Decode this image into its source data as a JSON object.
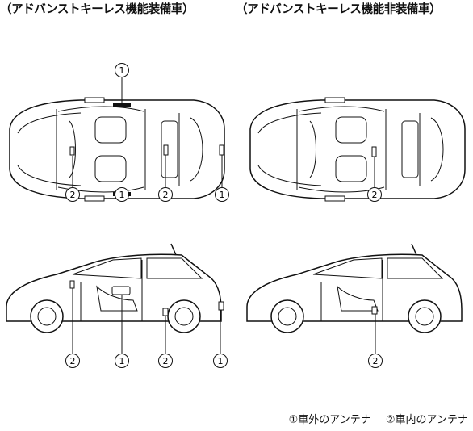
{
  "headings": {
    "left": "（アドバンストキーレス機能装備車）",
    "right": "（アドバンストキーレス機能非装備車）"
  },
  "callouts": {
    "one": "1",
    "two": "2"
  },
  "legend": {
    "item1": "①車外のアンテナ",
    "item2": "②車内のアンテナ"
  }
}
